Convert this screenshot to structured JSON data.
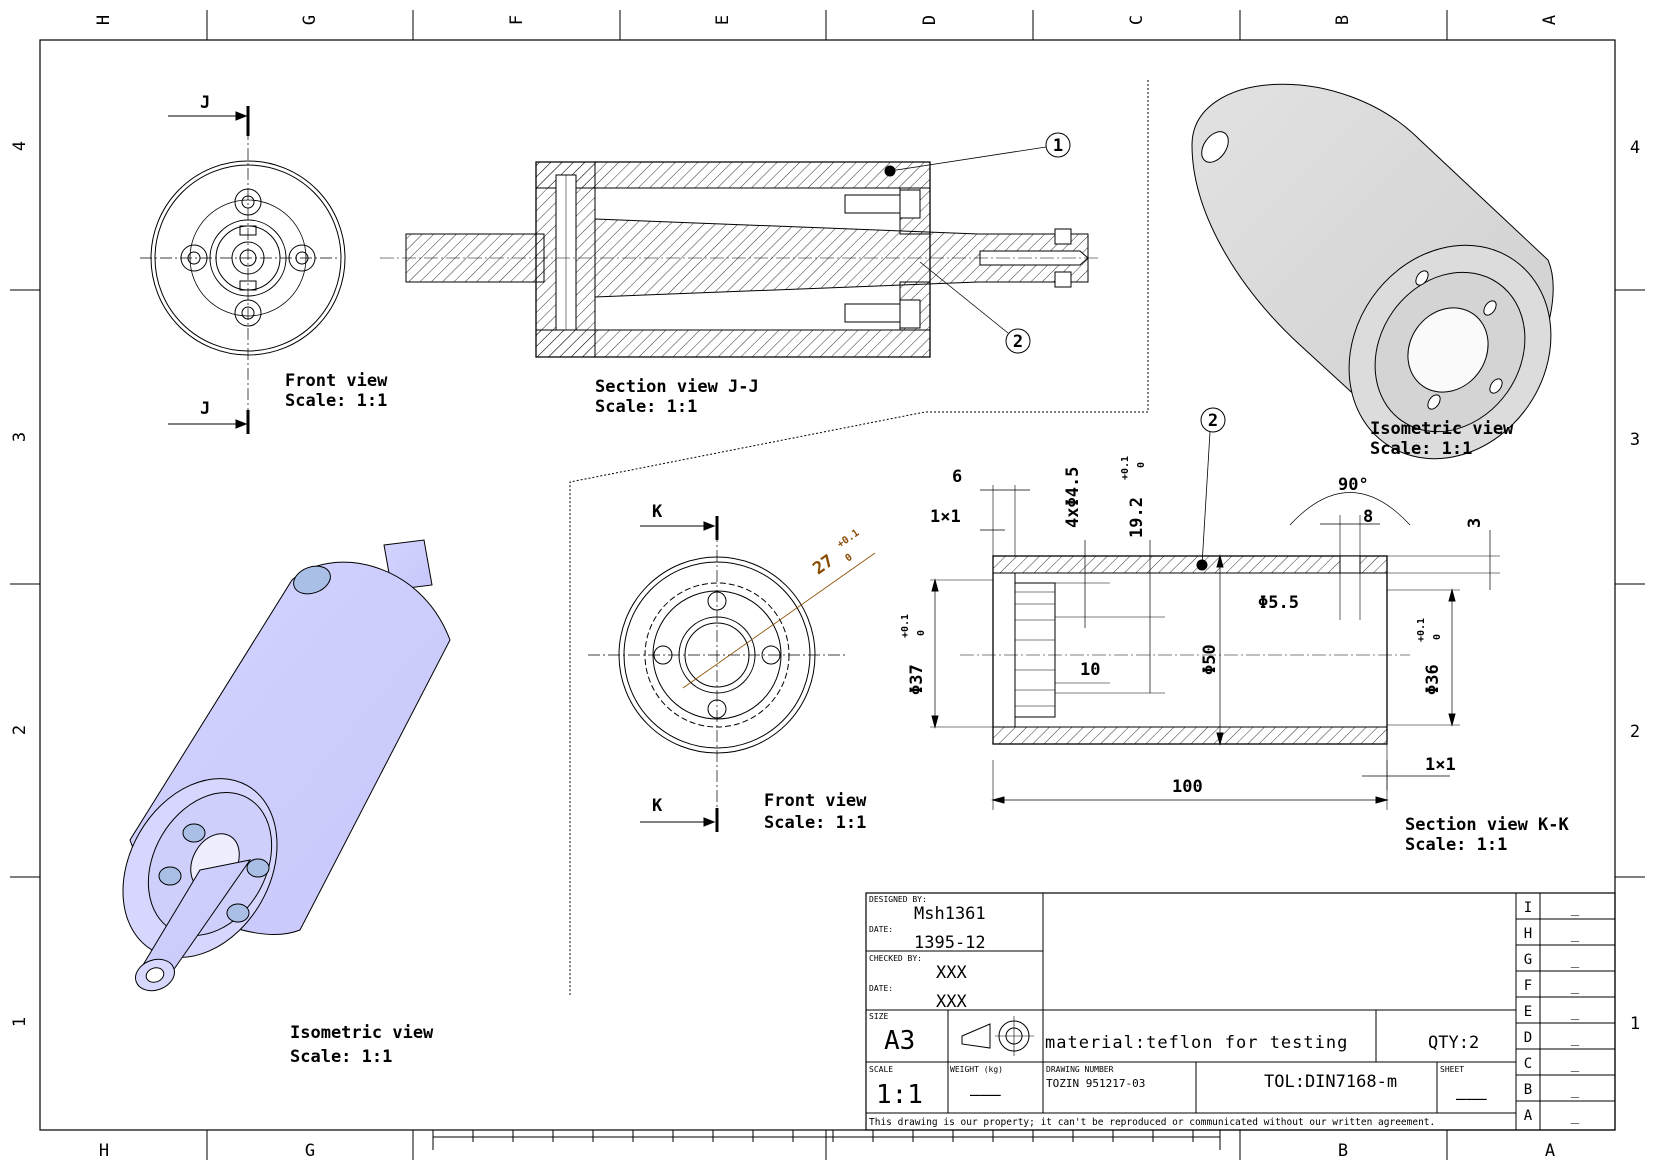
{
  "zones": {
    "columns_top": [
      "H",
      "G",
      "F",
      "E",
      "D",
      "C",
      "B",
      "A"
    ],
    "columns_bottom": [
      "H",
      "G",
      "B",
      "A"
    ],
    "rows": [
      "4",
      "3",
      "2",
      "1"
    ]
  },
  "views": {
    "front_j": {
      "title": "Front view",
      "scale": "Scale:  1:1"
    },
    "section_jj": {
      "title": "Section view J-J",
      "scale": "Scale:  1:1"
    },
    "iso_top": {
      "title": "Isometric view",
      "scale": "Scale:  1:1"
    },
    "iso_bottom": {
      "title": "Isometric view",
      "scale": "Scale:  1:1"
    },
    "front_k": {
      "title": "Front view",
      "scale": "Scale:  1:1"
    },
    "section_kk": {
      "title": "Section view K-K",
      "scale": "Scale:  1:1"
    }
  },
  "section_marks": {
    "j": "J",
    "k": "K"
  },
  "balloons": {
    "one": "1",
    "two": "2"
  },
  "dimensions": {
    "d6": "6",
    "d1x1_top": "1×1",
    "hole4": "4xΦ4.5",
    "d19_2": "19.2",
    "tol_01": "+0.1",
    "tol_0": "0",
    "d90": "90°",
    "d8": "8",
    "d3": "3",
    "d5_5": "Φ5.5",
    "d37": "Φ37",
    "d10": "10",
    "d50": "Φ50",
    "d36": "Φ36",
    "d1x1_bot": "1×1",
    "d100": "100",
    "d27": "27"
  },
  "title_block": {
    "designed_by_label": "DESIGNED BY:",
    "designed_by": "Msh1361",
    "date_label": "DATE:",
    "date1": "1395-12",
    "checked_by_label": "CHECKED BY:",
    "checked_by": "XXX",
    "date2_label": "DATE:",
    "date2": "XXX",
    "size_label": "SIZE",
    "size": "A3",
    "material": "material:teflon for testing",
    "qty": "QTY:2",
    "scale_label": "SCALE",
    "scale": "1:1",
    "weight_label": "WEIGHT (kg)",
    "weight": "———",
    "drawing_number_label": "DRAWING NUMBER",
    "drawing_number": "TOZIN 951217-03",
    "tolerance": "TOL:DIN7168-m",
    "sheet_label": "SHEET",
    "sheet": "———",
    "disclaimer": "This drawing is our property; it can't be reproduced or communicated without our written agreement.",
    "revisions": [
      {
        "letter": "I",
        "value": "_"
      },
      {
        "letter": "H",
        "value": "_"
      },
      {
        "letter": "G",
        "value": "_"
      },
      {
        "letter": "F",
        "value": "_"
      },
      {
        "letter": "E",
        "value": "_"
      },
      {
        "letter": "D",
        "value": "_"
      },
      {
        "letter": "C",
        "value": "_"
      },
      {
        "letter": "B",
        "value": "_"
      },
      {
        "letter": "A",
        "value": "_"
      }
    ]
  }
}
